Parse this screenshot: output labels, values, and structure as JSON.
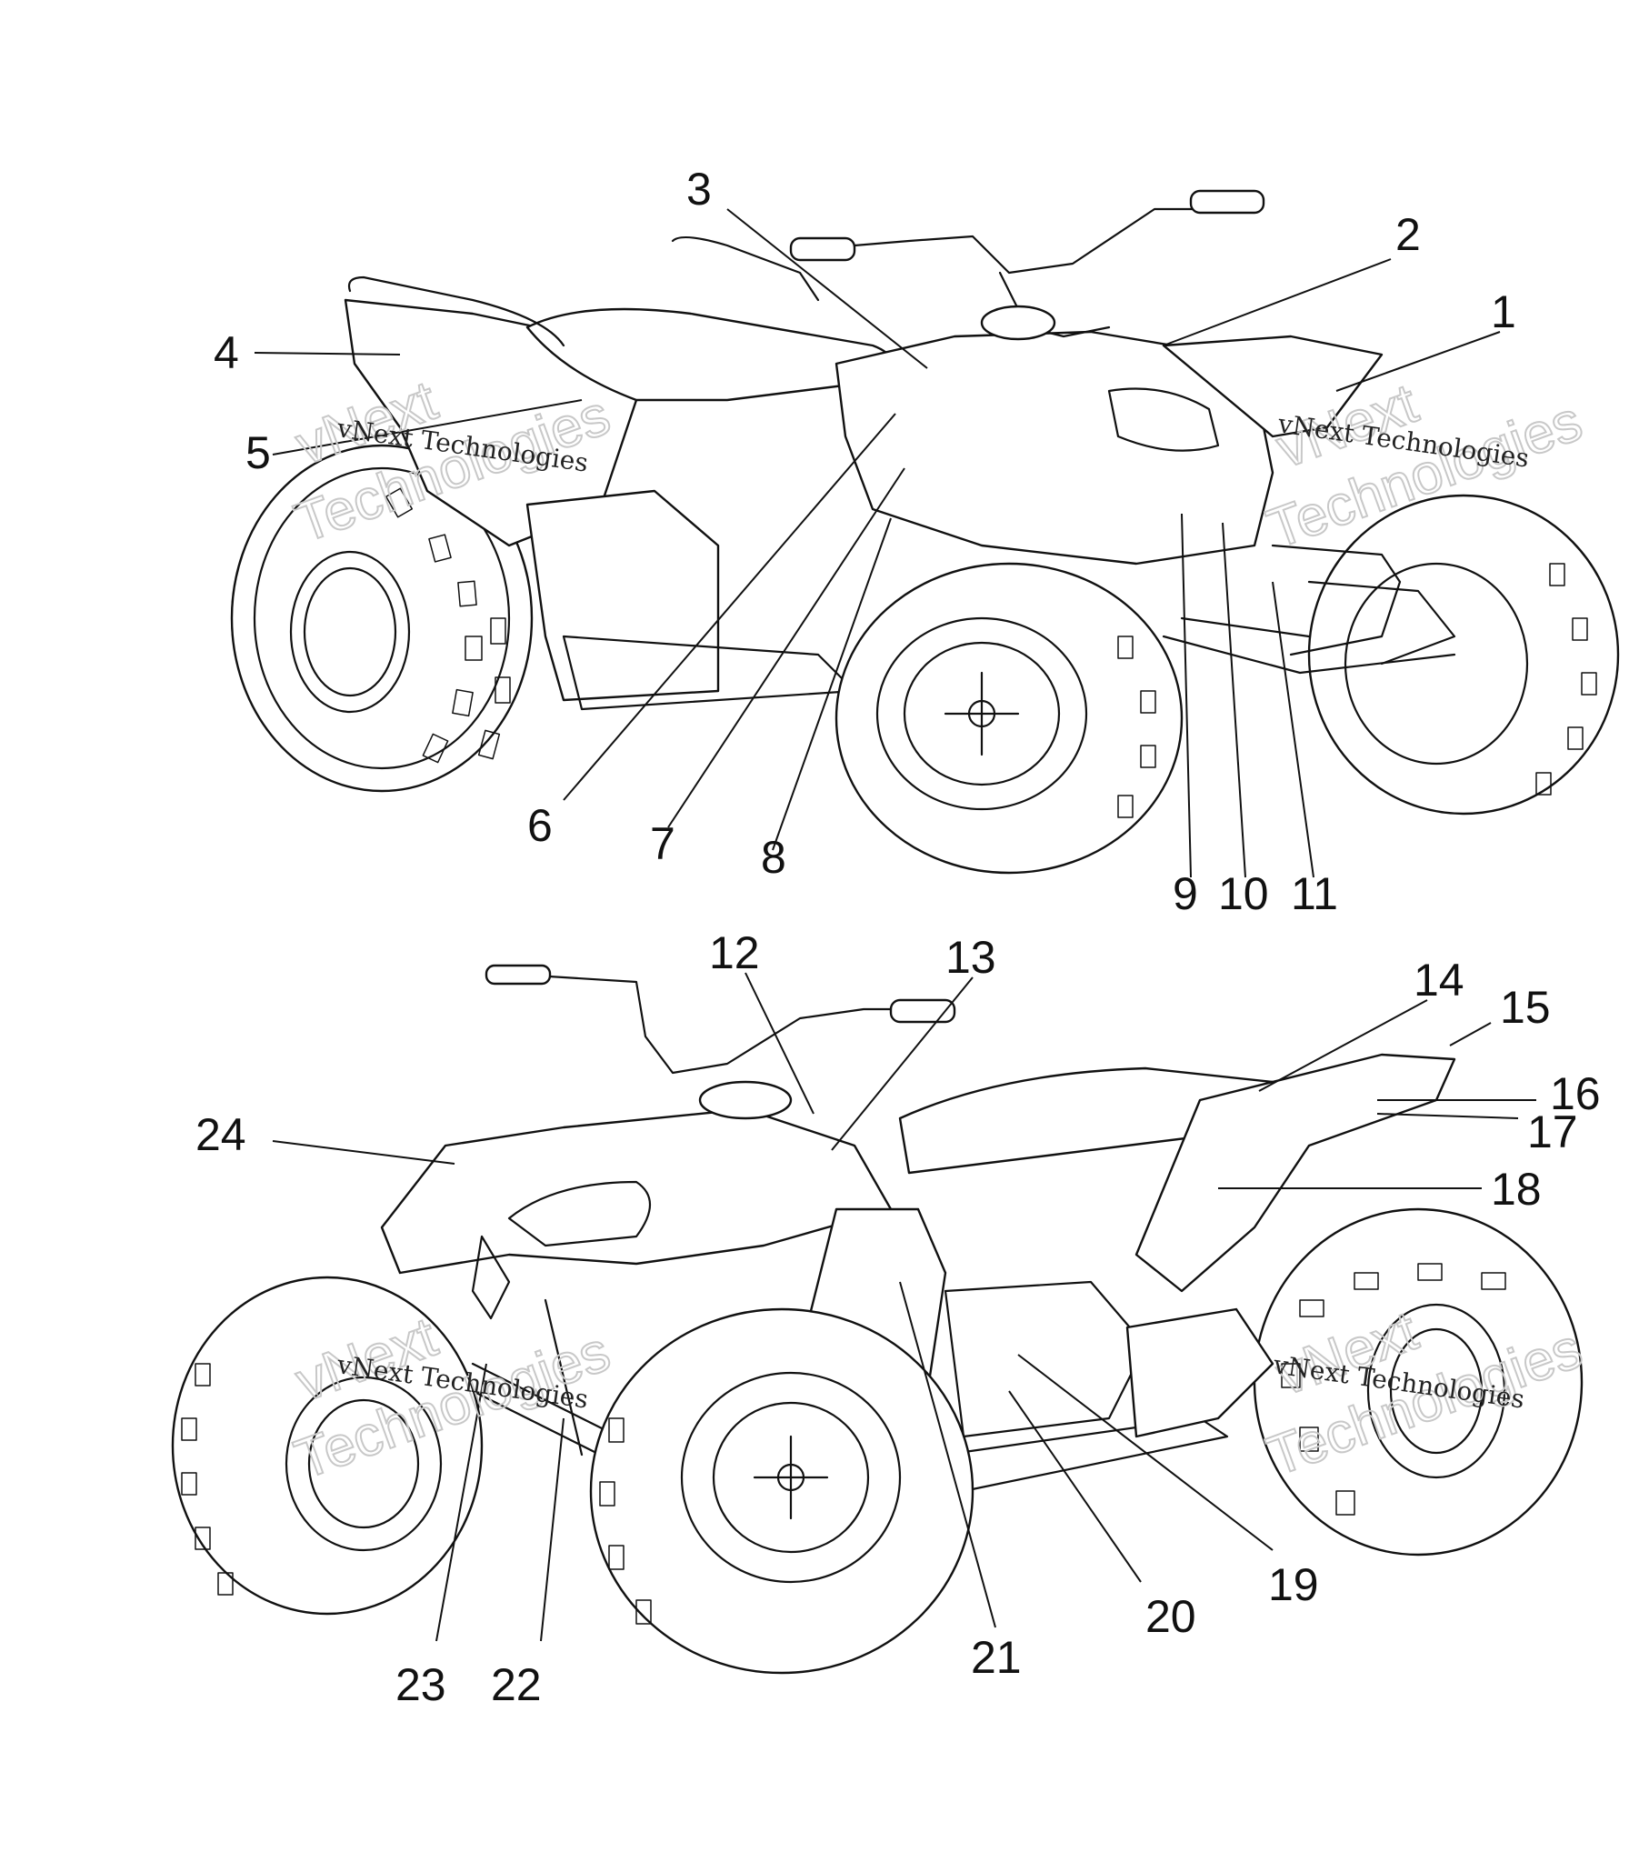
{
  "callouts": [
    {
      "id": "1",
      "text": "1"
    },
    {
      "id": "2",
      "text": "2"
    },
    {
      "id": "3",
      "text": "3"
    },
    {
      "id": "4",
      "text": "4"
    },
    {
      "id": "5",
      "text": "5"
    },
    {
      "id": "6",
      "text": "6"
    },
    {
      "id": "7",
      "text": "7"
    },
    {
      "id": "8",
      "text": "8"
    },
    {
      "id": "9",
      "text": "9"
    },
    {
      "id": "10",
      "text": "10"
    },
    {
      "id": "11",
      "text": "11"
    },
    {
      "id": "12",
      "text": "12"
    },
    {
      "id": "13",
      "text": "13"
    },
    {
      "id": "14",
      "text": "14"
    },
    {
      "id": "15",
      "text": "15"
    },
    {
      "id": "16",
      "text": "16"
    },
    {
      "id": "17",
      "text": "17"
    },
    {
      "id": "18",
      "text": "18"
    },
    {
      "id": "19",
      "text": "19"
    },
    {
      "id": "20",
      "text": "20"
    },
    {
      "id": "21",
      "text": "21"
    },
    {
      "id": "22",
      "text": "22"
    },
    {
      "id": "23",
      "text": "23"
    },
    {
      "id": "24",
      "text": "24"
    }
  ],
  "watermark": {
    "text": "vNext Technologies",
    "line_top": "vNext",
    "line_bottom": "Technologies"
  }
}
